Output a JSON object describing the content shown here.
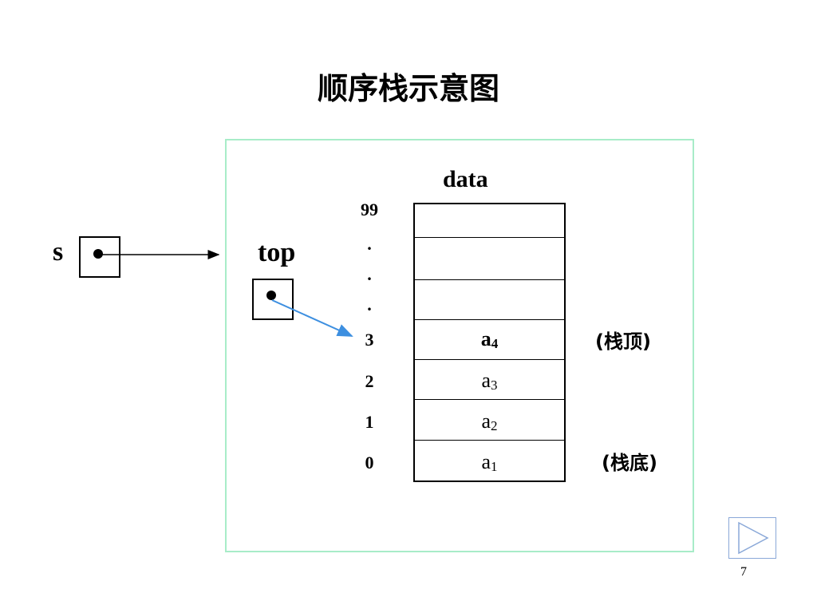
{
  "title": "顺序栈示意图",
  "diagram": {
    "pointer_s_label": "s",
    "top_label": "top",
    "data_label": "data",
    "indices": [
      "99",
      ".",
      ".",
      ".",
      "3",
      "2",
      "1",
      "0"
    ],
    "cells": [
      {
        "base": "a",
        "sub": "4"
      },
      {
        "base": "a",
        "sub": "3"
      },
      {
        "base": "a",
        "sub": "2"
      },
      {
        "base": "a",
        "sub": "1"
      }
    ],
    "stack_top_annotation": "(栈顶)",
    "stack_bottom_annotation": "(栈底)",
    "colors": {
      "frame_border": "#a8ecc8",
      "top_arrow": "#3d8fe0",
      "nav_border": "#8aa8d8"
    }
  },
  "navigation": {
    "next_icon": "play-triangle-icon",
    "page_number": "7"
  }
}
